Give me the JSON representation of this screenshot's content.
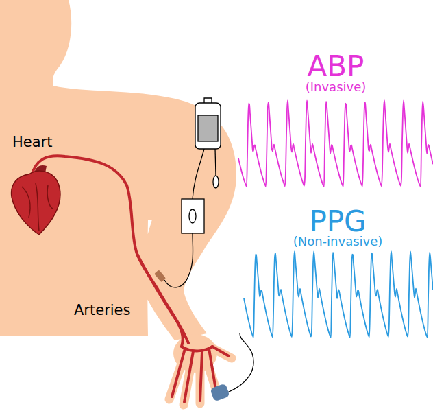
{
  "diagram": {
    "labels": [
      "Heart",
      "Arteries",
      "ABP",
      "(Invasive)",
      "PPG",
      "(Non-invasive)"
    ]
  }
}
